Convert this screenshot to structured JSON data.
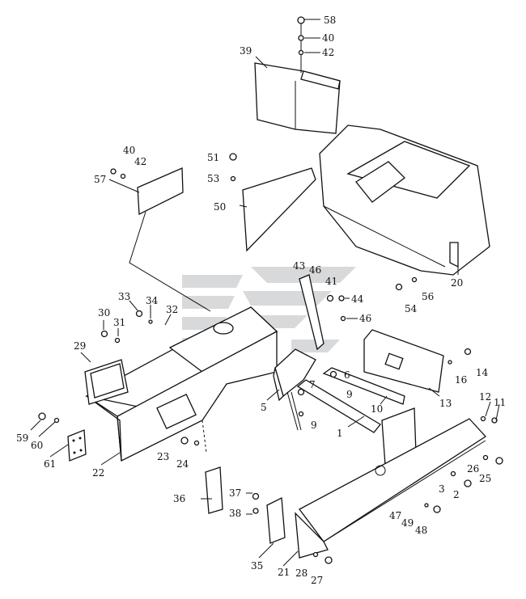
{
  "title": "Frame assembly exploded parts diagram",
  "watermark_color": "#c9cccf",
  "labels": [
    "58",
    "40",
    "42",
    "39",
    "51",
    "53",
    "50",
    "40",
    "42",
    "57",
    "43",
    "46",
    "41",
    "44",
    "46",
    "56",
    "54",
    "20",
    "33",
    "34",
    "32",
    "30",
    "31",
    "29",
    "6",
    "9",
    "7",
    "9",
    "5",
    "10",
    "13",
    "16",
    "14",
    "12",
    "11",
    "1",
    "59",
    "60",
    "61",
    "22",
    "23",
    "24",
    "36",
    "37",
    "38",
    "35",
    "21",
    "28",
    "27",
    "3",
    "2",
    "26",
    "25",
    "47",
    "49",
    "48"
  ]
}
